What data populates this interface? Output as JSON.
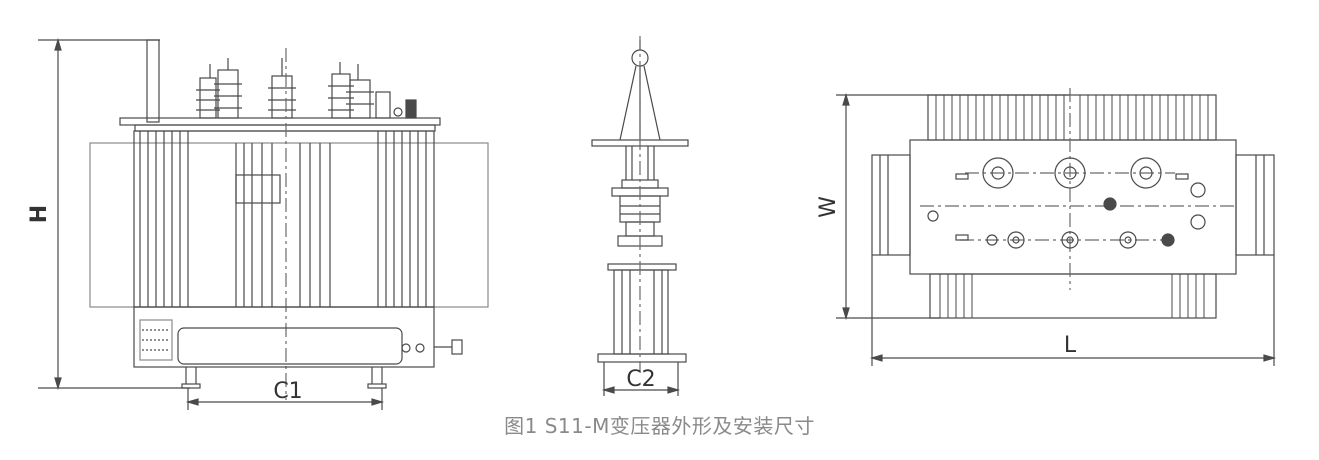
{
  "figure": {
    "caption": "图1 S11-M变压器外形及安装尺寸"
  },
  "dimensions": {
    "height_label": "H",
    "c1_label": "C1",
    "c2_label": "C2",
    "width_label": "W",
    "length_label": "L"
  },
  "colors": {
    "line": "#4a4a4a",
    "light_line": "#8a8a8a",
    "caption": "#8a8a8a"
  }
}
